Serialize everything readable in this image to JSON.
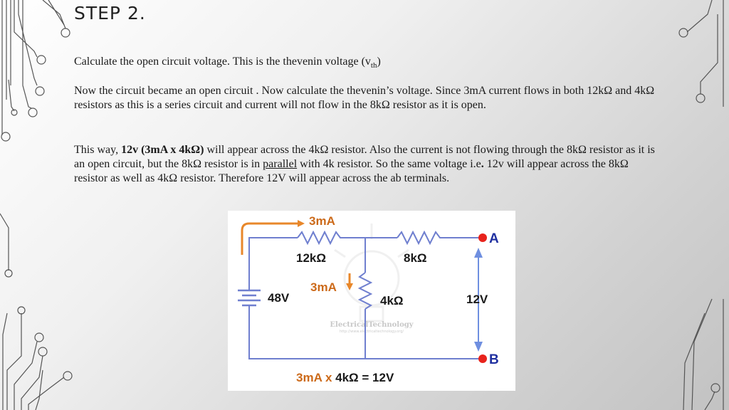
{
  "slide": {
    "title": "STEP 2.",
    "p1": {
      "text": "Calculate the open circuit voltage. This is the thevenin voltage (v",
      "sub": "th",
      "end": ")"
    },
    "p2": " Now the circuit became an open circuit . Now calculate the thevenin’s voltage. Since 3mA current flows in both 12kΩ and 4kΩ resistors as this is a series circuit and current will not flow in the 8kΩ resistor as it is open.",
    "p3": {
      "a": "This way, ",
      "bold1": "12v (3mA  x 4kΩ)",
      "b": " will appear across the 4kΩ resistor. Also  the current is not flowing through the 8kΩ resistor as it is an open circuit, but the 8kΩ resistor is in ",
      "underline": "parallel",
      "c": " with 4k resistor. So the same voltage i.e",
      "bold2": ".",
      "d": " 12v will appear across the 8kΩ resistor as well as 4kΩ resistor. Therefore 12V will appear across the ab terminals."
    }
  },
  "figure": {
    "current_top": "3mA",
    "current_mid": "3mA",
    "r1": "12kΩ",
    "r2": "8kΩ",
    "r3": "4kΩ",
    "source": "48V",
    "terminal_a": "A",
    "terminal_b": "B",
    "voltage": "12V",
    "eq_part1": "3mA x ",
    "eq_part2": "4kΩ = 12V",
    "watermark": "ElectricalTechnology",
    "watermark_url": "http://www.electricaltechnology.org/"
  },
  "colors": {
    "wire": "#6f7fcf",
    "arrow": "#e8872a",
    "current_text": "#cc6a1a",
    "terminal_dot": "#e8231c",
    "terminal_text": "#2030a0",
    "voltage_arrow": "#6f8fe0"
  }
}
